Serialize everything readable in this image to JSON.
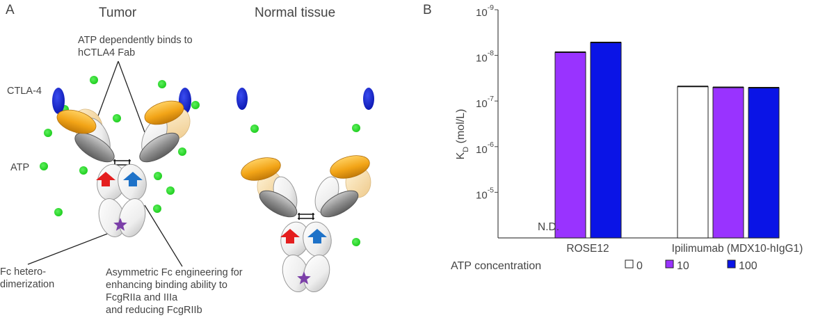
{
  "panel_a": {
    "letter": "A",
    "tumor_header": "Tumor",
    "normal_header": "Normal tissue",
    "label_ctla4": "CTLA-4",
    "label_atp": "ATP",
    "callout_atp_line1": "ATP dependently binds to",
    "callout_atp_line2": "hCTLA4 Fab",
    "callout_fc_line1": "Fc hetero-",
    "callout_fc_line2": "dimerization",
    "callout_asym_line1": "Asymmetric Fc engineering for",
    "callout_asym_line2": "enhancing binding ability to",
    "callout_asym_line3": "FcgRIIa and IIIa",
    "callout_asym_line4": "and  reducing FcgRIIb",
    "colors": {
      "ctla4": "#1222c8",
      "atp": "#22dd22",
      "fab_variable": "#f0a418",
      "fab_light": "#f5dca0",
      "domain_light": "#efefef",
      "domain_dark": "#9a9a9a",
      "arrow_red": "#e41e1e",
      "arrow_blue": "#1e72c8",
      "star": "#7b3fa8"
    }
  },
  "panel_b": {
    "letter": "B",
    "ylabel_main": "K",
    "ylabel_sub": "D",
    "ylabel_unit": " (mol/L)",
    "nd_label": "N.D.",
    "legend_title": "ATP concentration",
    "chart_data": {
      "type": "bar",
      "y_scale": "log",
      "y_inverted": true,
      "ylim": [
        1e-09,
        0.0001
      ],
      "yticks": [
        {
          "value": 1e-09,
          "base": "10",
          "exp": "-9"
        },
        {
          "value": 1e-08,
          "base": "10",
          "exp": "-8"
        },
        {
          "value": 1e-07,
          "base": "10",
          "exp": "-7"
        },
        {
          "value": 1e-06,
          "base": "10",
          "exp": "-6"
        },
        {
          "value": 1e-05,
          "base": "10",
          "exp": "-5"
        }
      ],
      "categories": [
        "ROSE12",
        "Ipilimumab (MDX10-hIgG1)"
      ],
      "series": [
        {
          "name": "0",
          "color": "#ffffff",
          "values": [
            null,
            4.8e-08
          ]
        },
        {
          "name": "10",
          "color": "#9933ff",
          "values": [
            8.5e-09,
            5e-08
          ]
        },
        {
          "name": "100",
          "color": "#0a14e6",
          "values": [
            5.2e-09,
            5.1e-08
          ]
        }
      ],
      "legend": "bottom"
    }
  }
}
